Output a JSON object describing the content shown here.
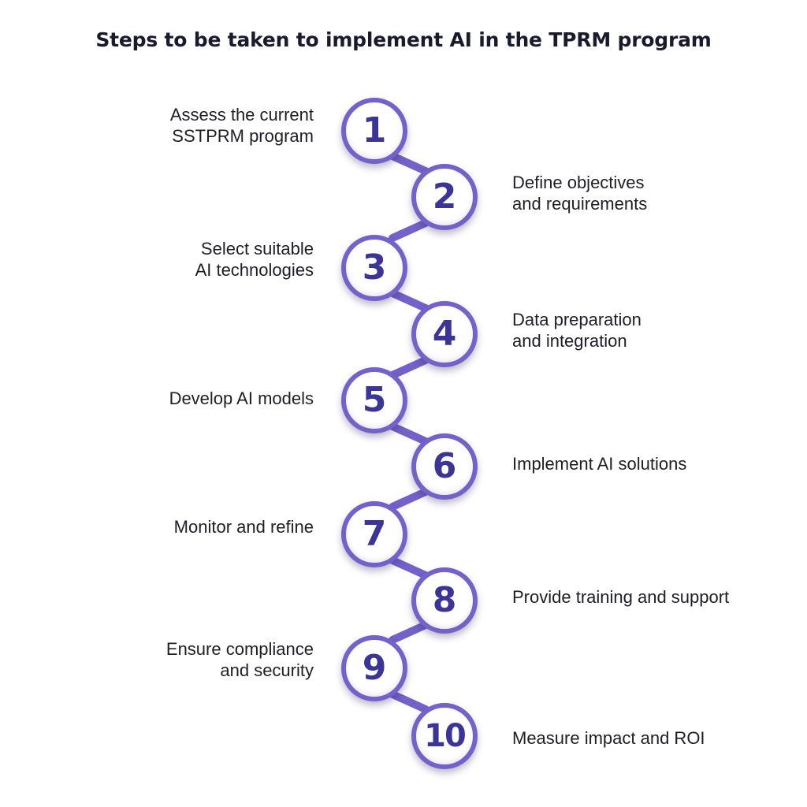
{
  "title": "Steps to be taken to implement AI in the TPRM program",
  "colors": {
    "accent": "#7461c9",
    "number": "#3b3597",
    "text": "#1e1e28"
  },
  "steps": [
    {
      "number": "1",
      "lines": [
        "Assess the current",
        "SSTPRM program"
      ]
    },
    {
      "number": "2",
      "lines": [
        "Define objectives",
        "and requirements"
      ]
    },
    {
      "number": "3",
      "lines": [
        "Select suitable",
        "AI technologies"
      ]
    },
    {
      "number": "4",
      "lines": [
        "Data preparation",
        "and integration"
      ]
    },
    {
      "number": "5",
      "lines": [
        "Develop AI models"
      ]
    },
    {
      "number": "6",
      "lines": [
        "Implement AI solutions"
      ]
    },
    {
      "number": "7",
      "lines": [
        "Monitor and refine"
      ]
    },
    {
      "number": "8",
      "lines": [
        "Provide training and support"
      ]
    },
    {
      "number": "9",
      "lines": [
        "Ensure compliance",
        "and security"
      ]
    },
    {
      "number": "10",
      "lines": [
        "Measure impact and ROI"
      ]
    }
  ]
}
